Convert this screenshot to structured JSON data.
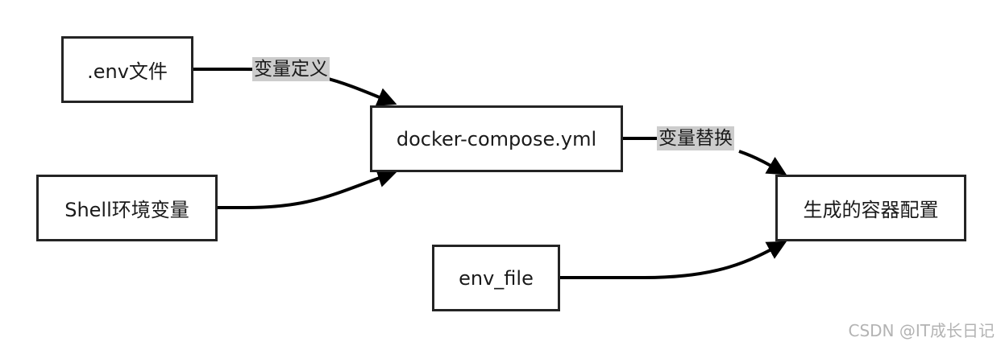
{
  "nodes": {
    "env_file_dotenv": ".env文件",
    "shell_env": "Shell环境变量",
    "compose": "docker-compose.yml",
    "env_file": "env_file",
    "result": "生成的容器配置"
  },
  "edges": {
    "dotenv_to_compose": "变量定义",
    "compose_to_result": "变量替换"
  },
  "colors": {
    "stroke": "#242424",
    "label_bg": "#cccccc",
    "watermark": "#b3b3b3"
  },
  "watermark": "CSDN @IT成长日记"
}
